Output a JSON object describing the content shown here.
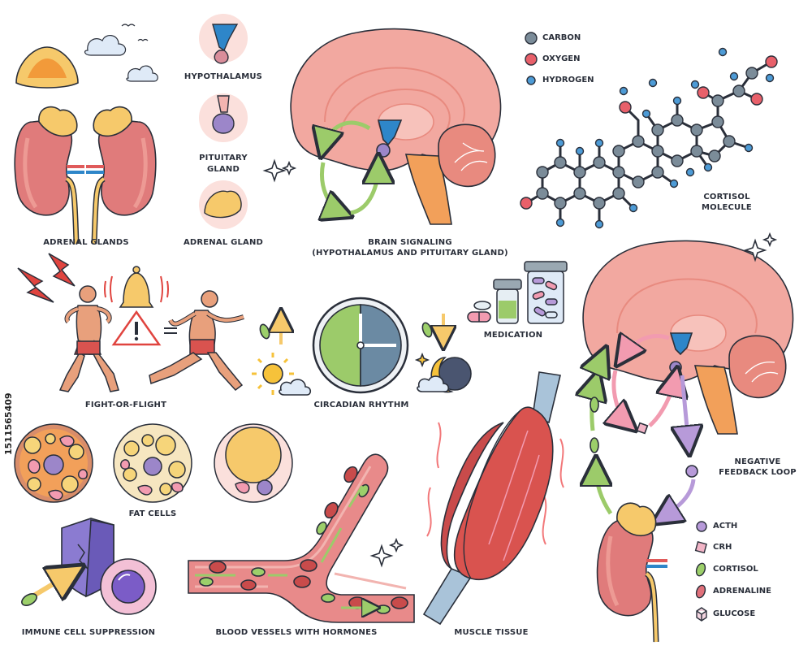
{
  "labels": {
    "adrenal_glands": "ADRENAL GLANDS",
    "hypothalamus": "HYPOTHALAMUS",
    "pituitary_line1": "PITUITARY",
    "pituitary_line2": "GLAND",
    "adrenal_gland": "ADRENAL GLAND",
    "brain_signaling_line1": "BRAIN SIGNALING",
    "brain_signaling_line2": "(HYPOTHALAMUS AND PITUITARY GLAND)",
    "cortisol_line1": "CORTISOL",
    "cortisol_line2": "MOLECULE",
    "fight_or_flight": "FIGHT-OR-FLIGHT",
    "circadian_rhythm": "CIRCADIAN RHYTHM",
    "medication": "MEDICATION",
    "negative_line1": "NEGATIVE",
    "negative_line2": "FEEDBACK LOOP",
    "fat_cells": "FAT CELLS",
    "immune": "IMMUNE CELL SUPPRESSION",
    "blood_vessels": "BLOOD VESSELS WITH HORMONES",
    "muscle_tissue": "MUSCLE TISSUE"
  },
  "atom_legend": [
    {
      "name": "CARBON",
      "color": "#7b8c99"
    },
    {
      "name": "OXYGEN",
      "color": "#e8606a"
    },
    {
      "name": "HYDROGEN",
      "color": "#4d9bd6"
    }
  ],
  "hormone_legend": [
    {
      "name": "ACTH",
      "color": "#b79ad9",
      "icon": "circle-icon"
    },
    {
      "name": "CRH",
      "color": "#f2b4c6",
      "icon": "square-icon"
    },
    {
      "name": "CORTISOL",
      "color": "#9ccf6a",
      "icon": "oval-icon"
    },
    {
      "name": "ADRENALINE",
      "color": "#e0707a",
      "icon": "oval-icon"
    },
    {
      "name": "GLUCOSE",
      "color": "#f4d5e0",
      "icon": "cube-icon"
    }
  ],
  "watermark": "1511565409",
  "colors": {
    "outline": "#2a2f3a",
    "kidney": "#e07b7b",
    "adrenal": "#f6c96b",
    "brain": "#f2a8a0",
    "cerebellum": "#e88a7f",
    "hypothalamus": "#2e86c9",
    "pituitary": "#9c86c9",
    "arrow_green": "#9ccb6a",
    "arrow_purple": "#b79ad9",
    "arrow_pink": "#f29bb0",
    "muscle": "#d9534f",
    "vessel": "#c94b4b",
    "skin": "#e8a07c"
  }
}
